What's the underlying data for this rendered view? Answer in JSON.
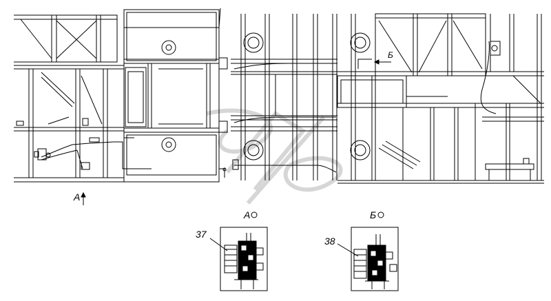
{
  "drawing": {
    "view_a_marker": "A",
    "view_b_marker": "Б",
    "detail_a_title": "А",
    "detail_b_title": "Б",
    "callout_37": "37",
    "callout_38": "38"
  },
  "colors": {
    "line": "#000000",
    "background": "#ffffff",
    "watermark": "#d9d9d9"
  }
}
